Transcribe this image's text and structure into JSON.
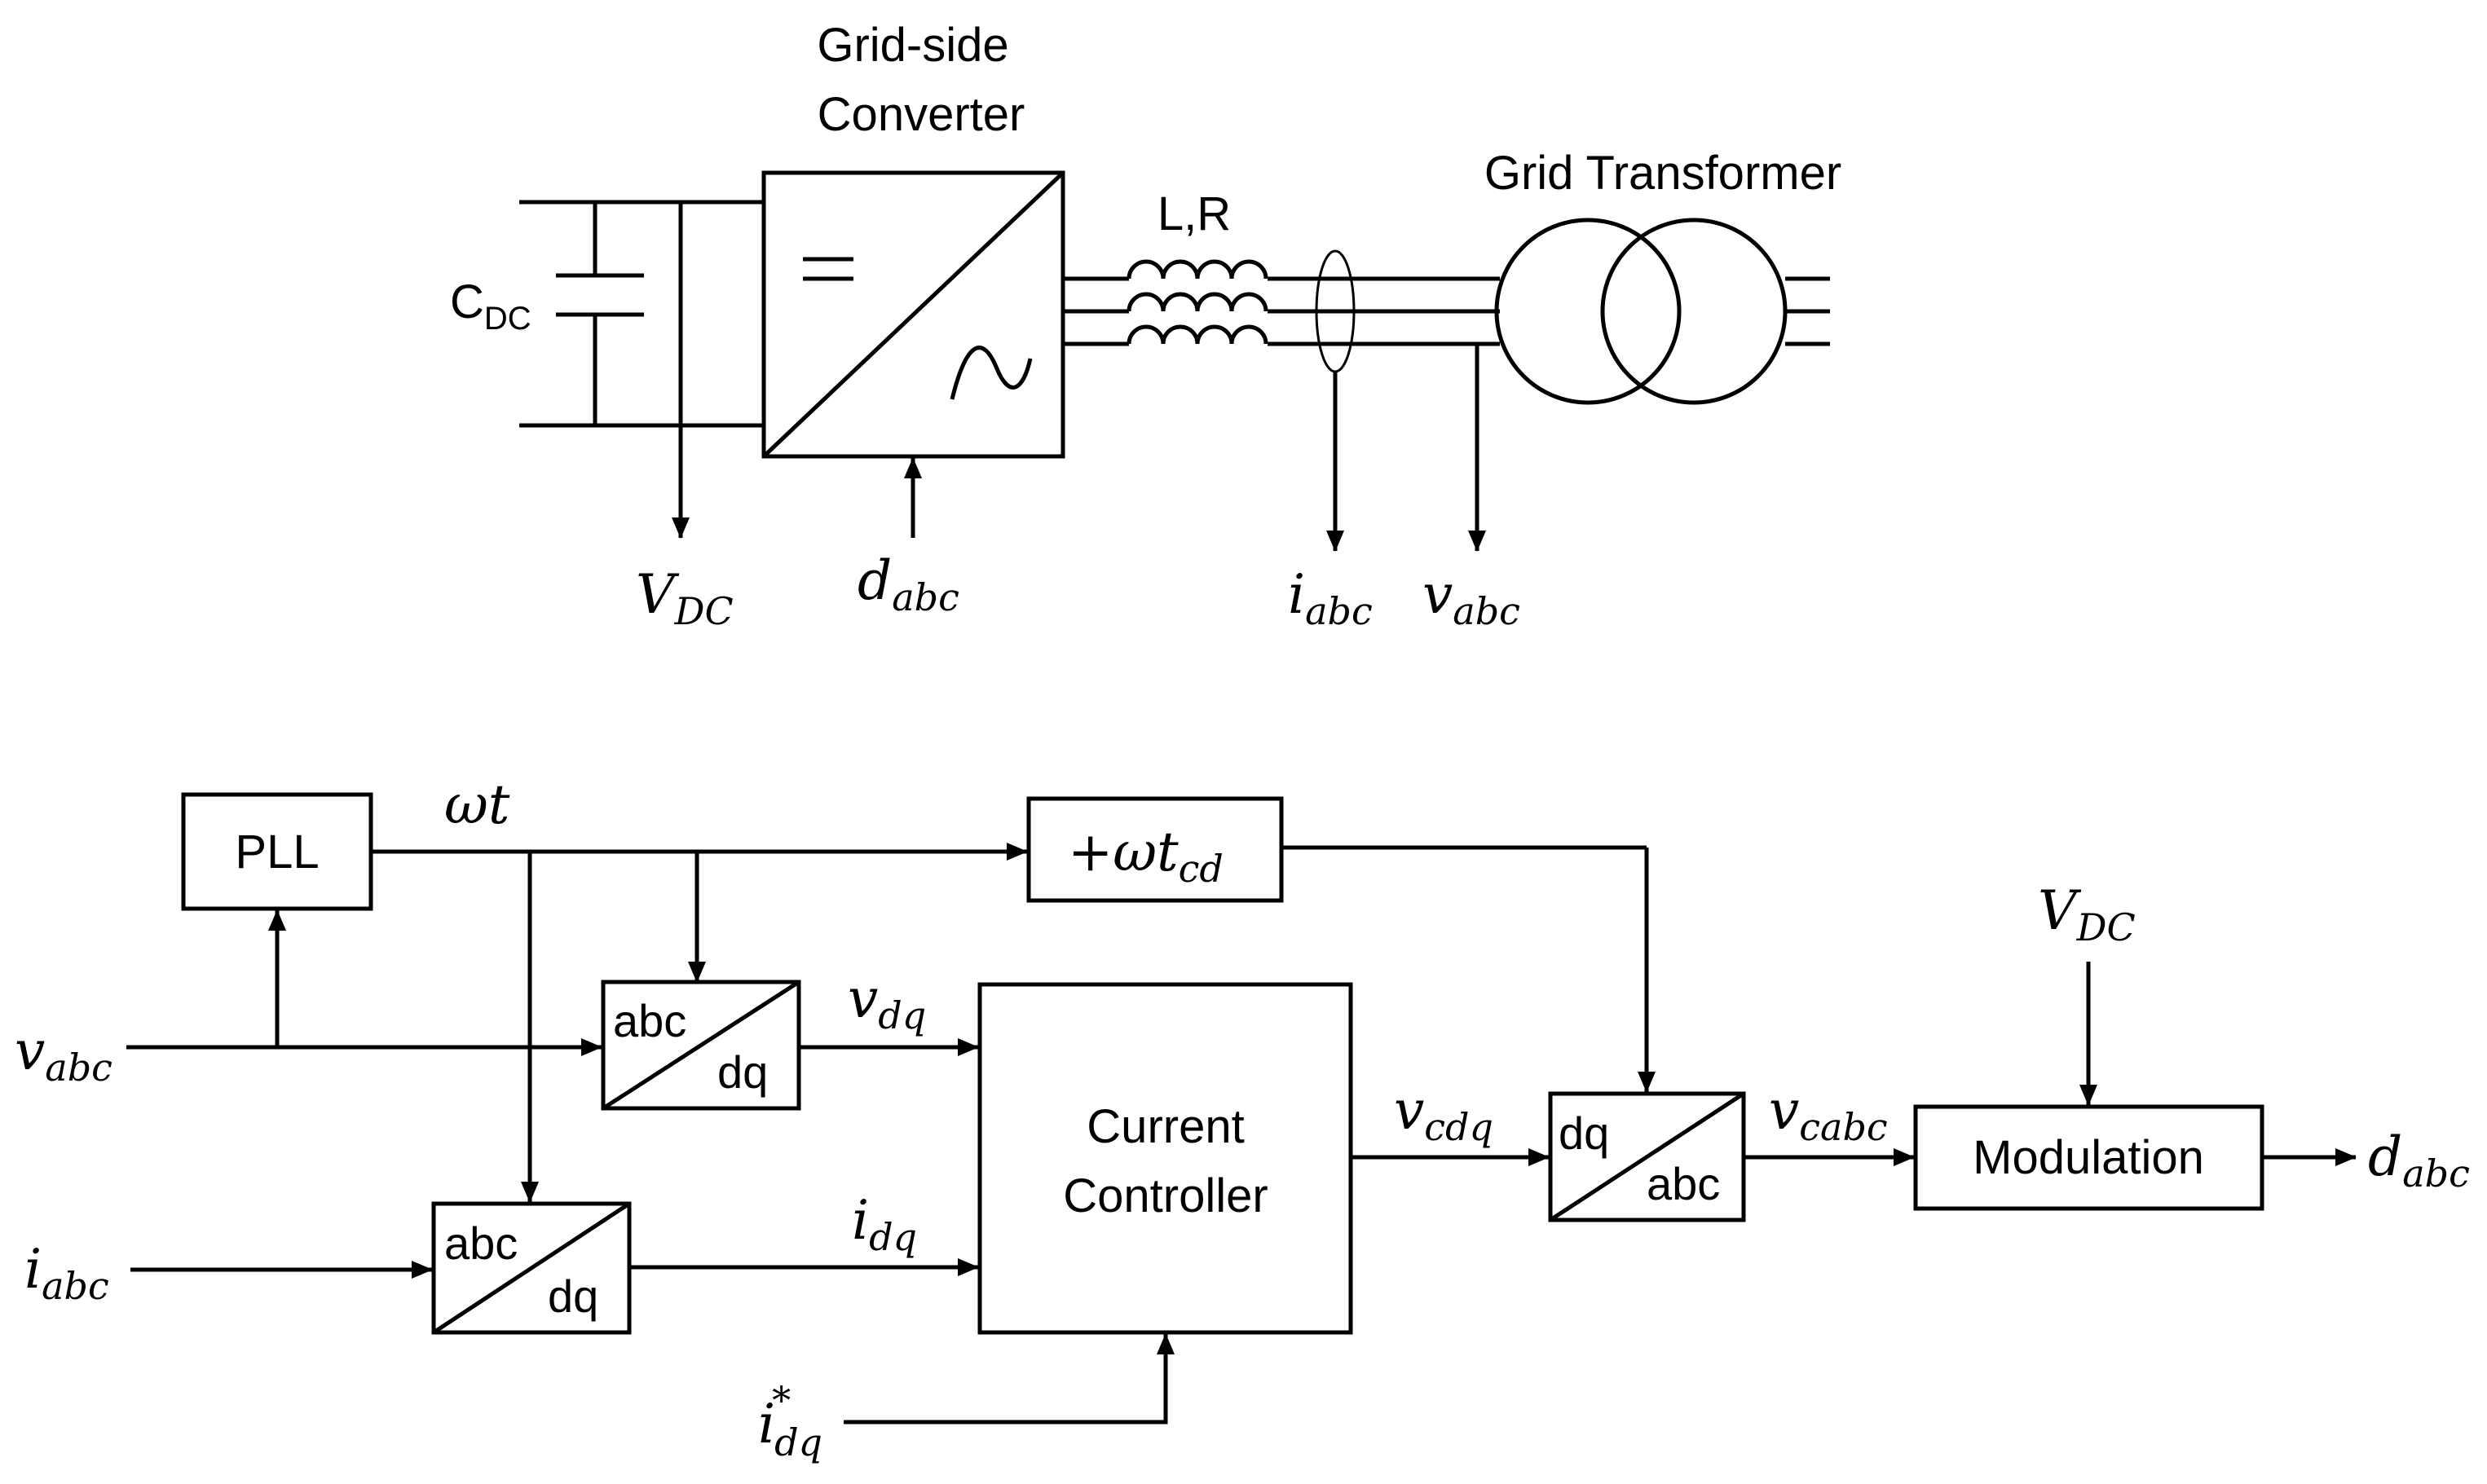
{
  "top": {
    "converter_title_line1": "Grid-side",
    "converter_title_line2": "Converter",
    "inductor_label": "L,R",
    "transformer_label": "Grid Transformer",
    "capacitor_label": {
      "main": "C",
      "sub": "DC"
    },
    "vdc_label": {
      "main": "V",
      "sub": "DC"
    },
    "dabc_label": {
      "main": "d",
      "sub": "abc"
    },
    "iabc_label": {
      "main": "i",
      "sub": "abc"
    },
    "vabc_label": {
      "main": "v",
      "sub": "abc"
    }
  },
  "bottom": {
    "pll": "PLL",
    "omega_t": "ωt",
    "delay_block": {
      "main": "+ωt",
      "sub": "cd"
    },
    "transform1": {
      "top": "abc",
      "bottom": "dq"
    },
    "transform2": {
      "top": "abc",
      "bottom": "dq"
    },
    "transform3": {
      "top": "dq",
      "bottom": "abc"
    },
    "controller_line1": "Current",
    "controller_line2": "Controller",
    "modulation": "Modulation",
    "vabc_in": {
      "main": "v",
      "sub": "abc"
    },
    "iabc_in": {
      "main": "i",
      "sub": "abc"
    },
    "vdq": {
      "main": "v",
      "sub": "dq"
    },
    "idq": {
      "main": "i",
      "sub": "dq"
    },
    "idq_ref": {
      "main": "i",
      "sup": "*",
      "sub": "dq"
    },
    "vcdq": {
      "main": "v",
      "sub": "cdq"
    },
    "vcabc": {
      "main": "v",
      "sub": "cabc"
    },
    "vdc": {
      "main": "V",
      "sub": "DC"
    },
    "dabc_out": {
      "main": "d",
      "sub": "abc"
    }
  }
}
